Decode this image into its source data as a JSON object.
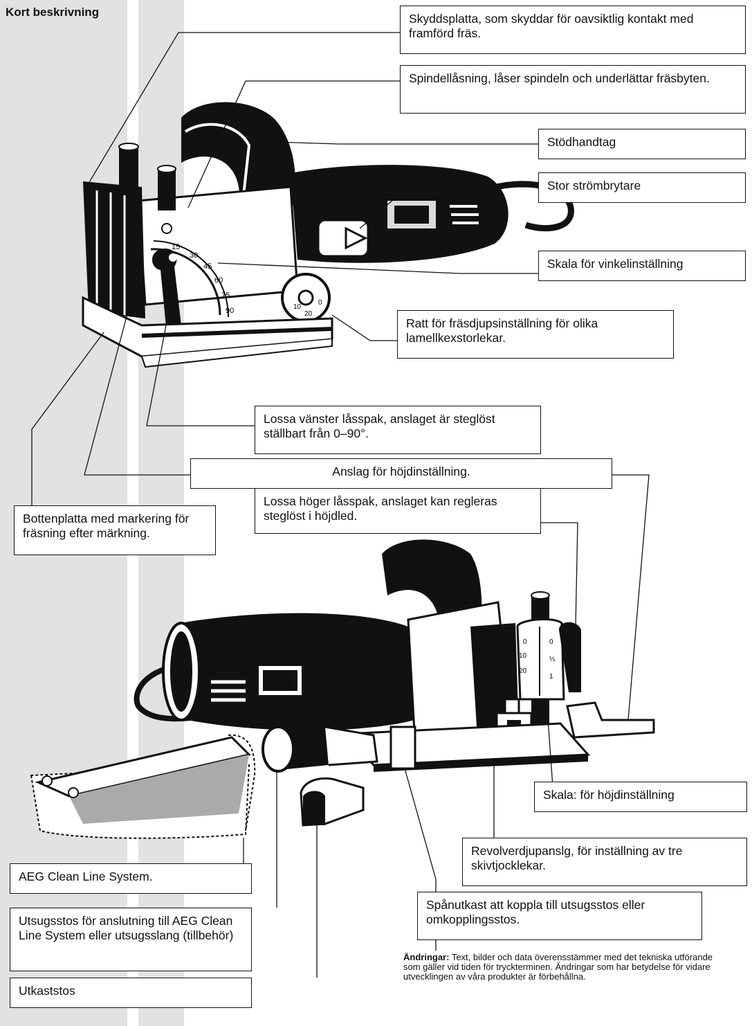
{
  "title": "Kort beskrivning",
  "labels": {
    "skyddsplatta": "Skyddsplatta, som skyddar för oavsiktlig kontakt med framförd fräs.",
    "spindellasning": "Spindellåsning, låser spindeln och underlättar fräsbyten.",
    "stodhandtag": "Stödhandtag",
    "strombrytare": "Stor strömbrytare",
    "vinkelskala": "Skala för vinkelinställning",
    "ratt": "Ratt för fräsdjupsinställning för olika lamellkexstorlekar.",
    "vanster_lasspak": "Lossa vänster låsspak, anslaget är steglöst ställbart från 0–90°.",
    "anslag_hojd": "Anslag för höjdinställning.",
    "hoger_lasspak": "Lossa höger låsspak, anslaget kan regleras steglöst i höjdled.",
    "bottenplatta": "Bottenplatta med markering för fräsning efter märkning.",
    "hojdskala": "Skala: för höjdinställning",
    "revolver": "Revolverdjupanslg, för inställning av tre skivtjocklekar.",
    "clean_line": "AEG Clean Line System.",
    "utsugsstos": "Utsugsstos för anslutning till AEG Clean Line System eller utsugsslang (tillbehör)",
    "spanutkast": "Spånutkast att koppla till utsugsstos eller omkopplingsstos.",
    "utkaststos": "Utkaststos"
  },
  "note": {
    "heading": "Ändringar:",
    "text": " Text, bilder och data överensstämmer med det tekniska utförande som gäller vid tiden för tryckterminen. Ändringar som har betydelse för vidare utvecklingen av våra produkter är förbehållna."
  },
  "scale_marks": {
    "angle": [
      "15",
      "30",
      "45",
      "60",
      "75",
      "90"
    ],
    "dial": [
      "0",
      "10",
      "20"
    ],
    "height_left": [
      "0",
      "10",
      "20"
    ],
    "height_right": [
      "0",
      "½",
      "1"
    ]
  }
}
